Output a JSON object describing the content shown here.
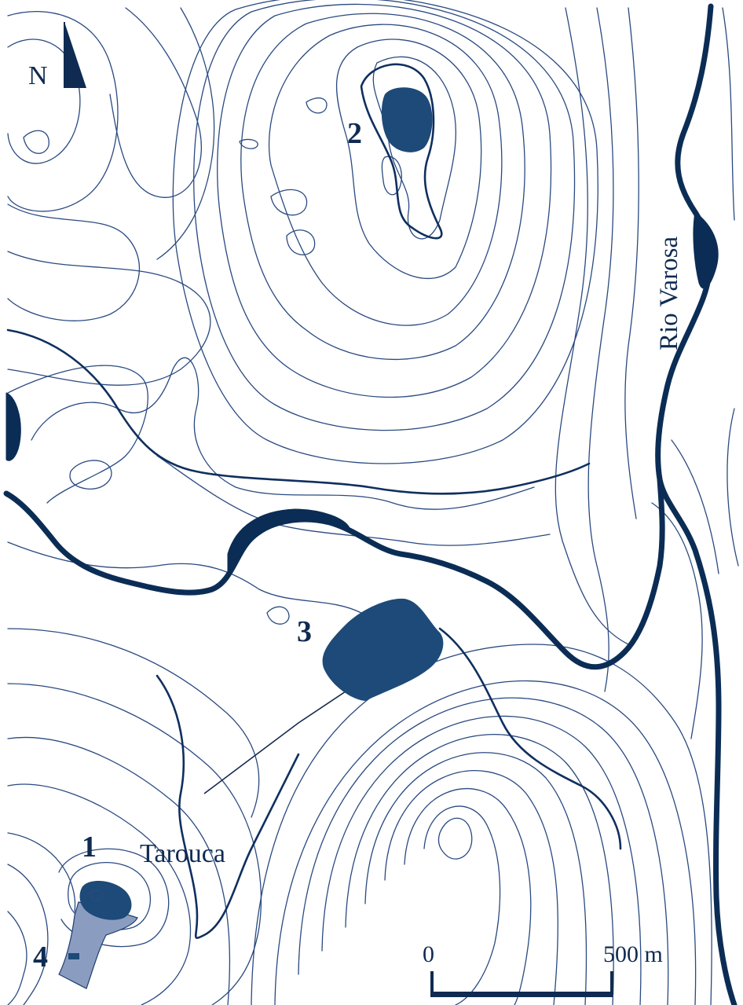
{
  "map": {
    "north_arrow": {
      "letter": "N",
      "icon": "north-arrow-icon"
    },
    "sites": [
      {
        "id": "site-1",
        "label": "1"
      },
      {
        "id": "site-2",
        "label": "2"
      },
      {
        "id": "site-3",
        "label": "3"
      },
      {
        "id": "site-4",
        "label": "4"
      }
    ],
    "place_name": "Tarouca",
    "river_name": "Rio Varosa",
    "scale_bar": {
      "start_label": "0",
      "end_label": "500 m"
    },
    "colors": {
      "contour": "#2a4a80",
      "river": "#0b2d55",
      "site": "#1d4a78",
      "site_light": "#8a9dc0",
      "background": "#ffffff"
    }
  }
}
